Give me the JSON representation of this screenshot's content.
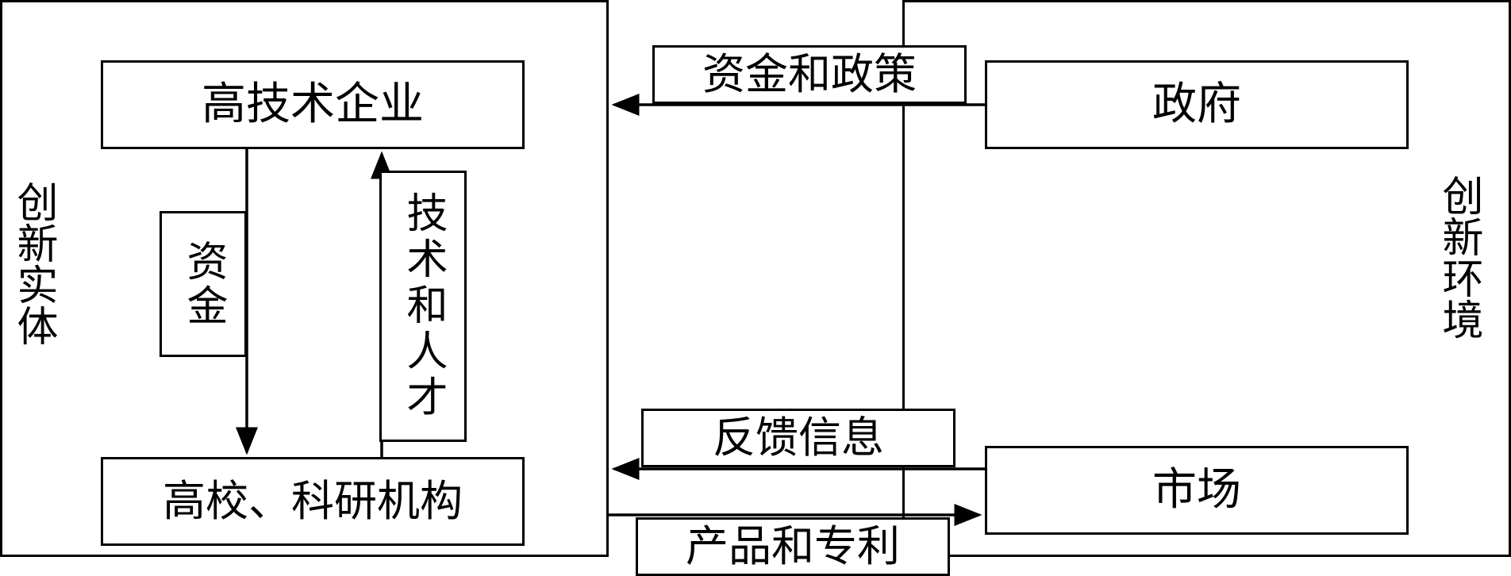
{
  "innovation_entity": {
    "title": "创新实体",
    "high_tech_enterprise": "高技术企业",
    "universities_research": "高校、科研机构",
    "funds_label": "资金",
    "tech_talent_label": "技术和人才"
  },
  "innovation_environment": {
    "title": "创新环境",
    "government": "政府",
    "market": "市场"
  },
  "flows": {
    "funds_policy": "资金和政策",
    "feedback": "反馈信息",
    "products_patents": "产品和专利"
  }
}
